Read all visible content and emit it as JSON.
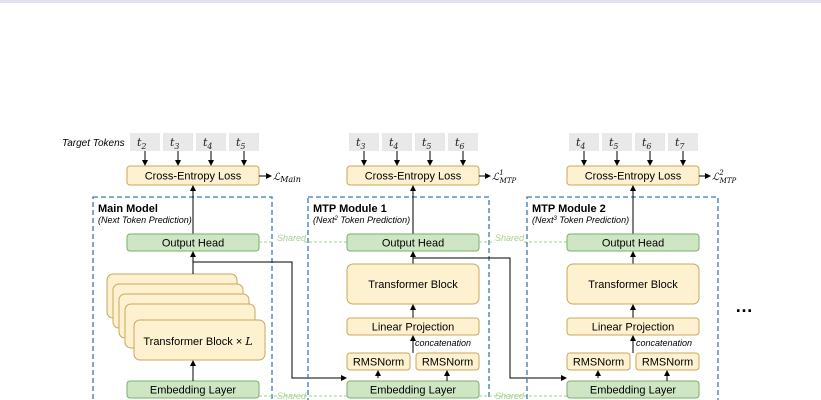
{
  "target_tokens_label": "Target Tokens",
  "main": {
    "title": "Main Model",
    "subtitle": "(Next Token Prediction)",
    "tokens": [
      {
        "base": "t",
        "sub": "2"
      },
      {
        "base": "t",
        "sub": "3"
      },
      {
        "base": "t",
        "sub": "4"
      },
      {
        "base": "t",
        "sub": "5"
      }
    ],
    "loss_box": "Cross-Entropy Loss",
    "loss_symbol": "ℒ",
    "loss_sub": "Main",
    "output_head": "Output Head",
    "transformer": "Transformer Block × ",
    "transformer_var": "L",
    "embedding": "Embedding Layer"
  },
  "mtp1": {
    "title": "MTP Module 1",
    "subtitle_pre": "(Next",
    "subtitle_sup": "2",
    "subtitle_post": " Token Prediction)",
    "tokens": [
      {
        "base": "t",
        "sub": "3"
      },
      {
        "base": "t",
        "sub": "4"
      },
      {
        "base": "t",
        "sub": "5"
      },
      {
        "base": "t",
        "sub": "6"
      }
    ],
    "loss_box": "Cross-Entropy Loss",
    "loss_symbol": "ℒ",
    "loss_sup": "1",
    "loss_sub": "MTP",
    "output_head": "Output Head",
    "transformer": "Transformer Block",
    "linear": "Linear Projection",
    "concat": "concatenation",
    "rmsnorm_left": "RMSNorm",
    "rmsnorm_right": "RMSNorm",
    "embedding": "Embedding Layer"
  },
  "mtp2": {
    "title": "MTP Module 2",
    "subtitle_pre": "(Next",
    "subtitle_sup": "3",
    "subtitle_post": " Token Prediction)",
    "tokens": [
      {
        "base": "t",
        "sub": "4"
      },
      {
        "base": "t",
        "sub": "5"
      },
      {
        "base": "t",
        "sub": "6"
      },
      {
        "base": "t",
        "sub": "7"
      }
    ],
    "loss_box": "Cross-Entropy Loss",
    "loss_symbol": "ℒ",
    "loss_sup": "2",
    "loss_sub": "MTP",
    "output_head": "Output Head",
    "transformer": "Transformer Block",
    "linear": "Linear Projection",
    "concat": "concatenation",
    "rmsnorm_left": "RMSNorm",
    "rmsnorm_right": "RMSNorm",
    "embedding": "Embedding Layer"
  },
  "shared_label": "Shared",
  "ellipsis": "…",
  "colors": {
    "cream_fill": "#fdf1cf",
    "green_fill": "#cfe6c4",
    "dashed_border": "#3d78b8",
    "shared_text": "#a6d191"
  }
}
